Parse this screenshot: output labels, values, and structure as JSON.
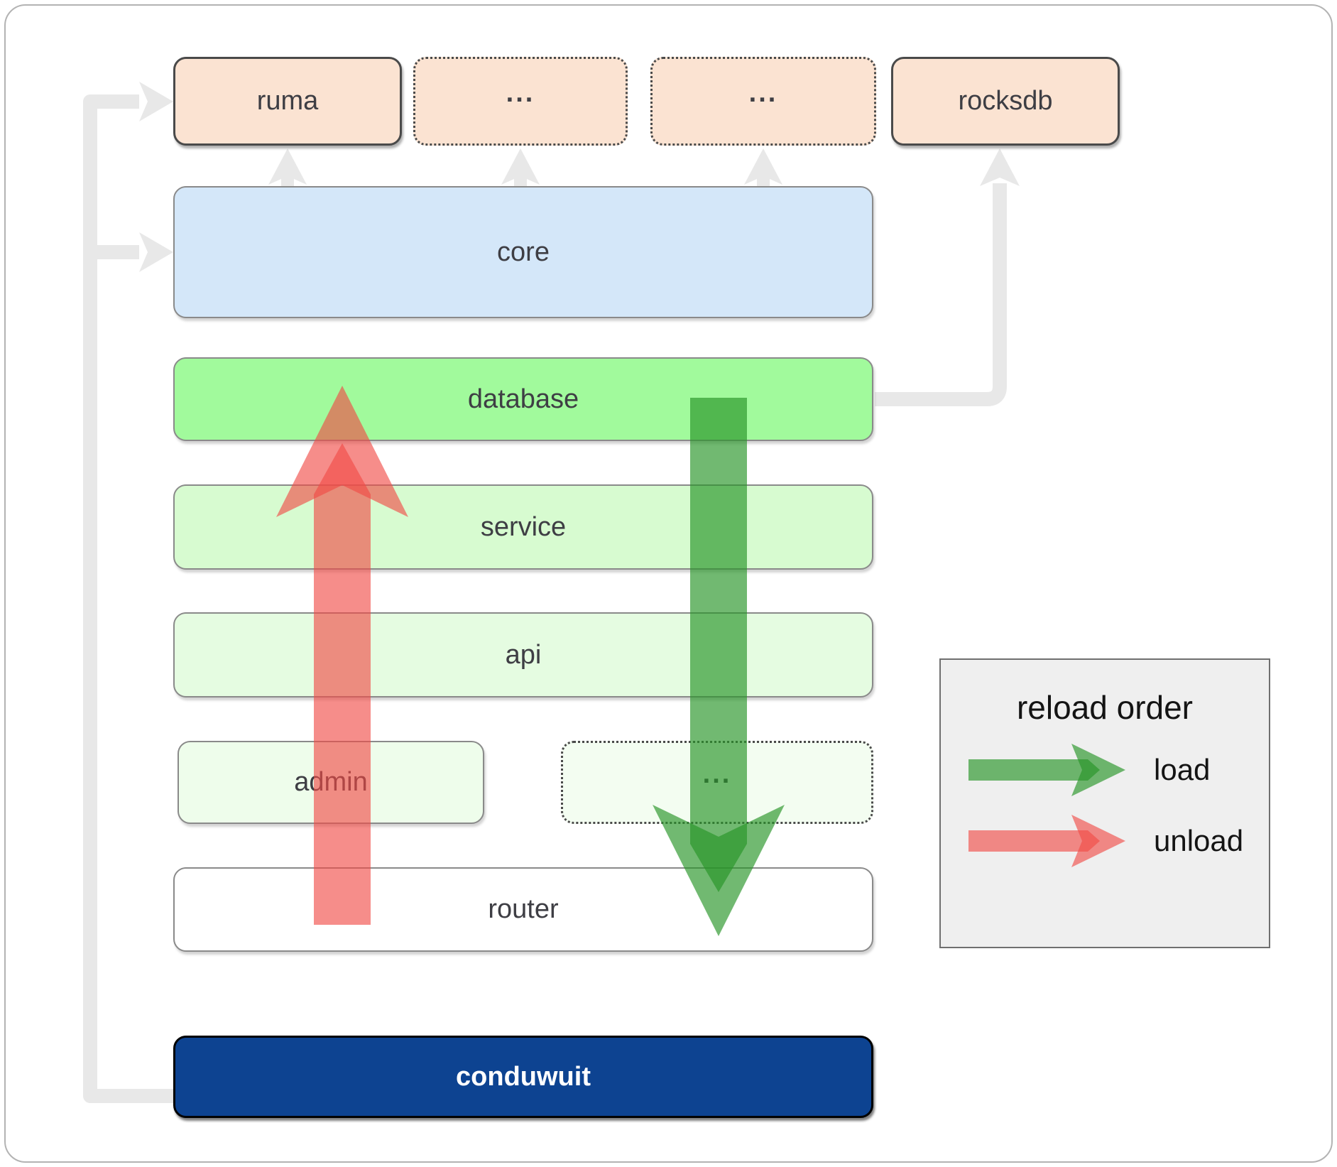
{
  "diagram": {
    "top_row": [
      {
        "label": "ruma",
        "border": "solid"
      },
      {
        "label": "...",
        "border": "dotted"
      },
      {
        "label": "...",
        "border": "dotted"
      },
      {
        "label": "rocksdb",
        "border": "solid"
      }
    ],
    "layers": [
      {
        "label": "core"
      },
      {
        "label": "database"
      },
      {
        "label": "service"
      },
      {
        "label": "api"
      }
    ],
    "admin_row": [
      {
        "label": "admin",
        "border": "solid"
      },
      {
        "label": "...",
        "border": "dotted"
      }
    ],
    "router": {
      "label": "router"
    },
    "app": {
      "label": "conduwuit"
    }
  },
  "legend": {
    "title": "reload order",
    "items": [
      {
        "label": "load",
        "color": "#289428"
      },
      {
        "label": "unload",
        "color": "#f04b46"
      }
    ]
  },
  "colors": {
    "peach": "#fbe3d2",
    "core-blue": "#d4e7f9",
    "db-green": "#a1fa9c",
    "service-green": "#d7fbd0",
    "api-green": "#e5fce1",
    "admin-green": "#eefdeb",
    "placeholder-green": "#f3fdf1",
    "router-white": "#ffffff",
    "navy": "#0d4391",
    "connector": "#e8e8e8",
    "load-green": "#289428",
    "unload-red": "#f04b46",
    "label": "#3e3e44",
    "legend-bg": "#efefef"
  }
}
